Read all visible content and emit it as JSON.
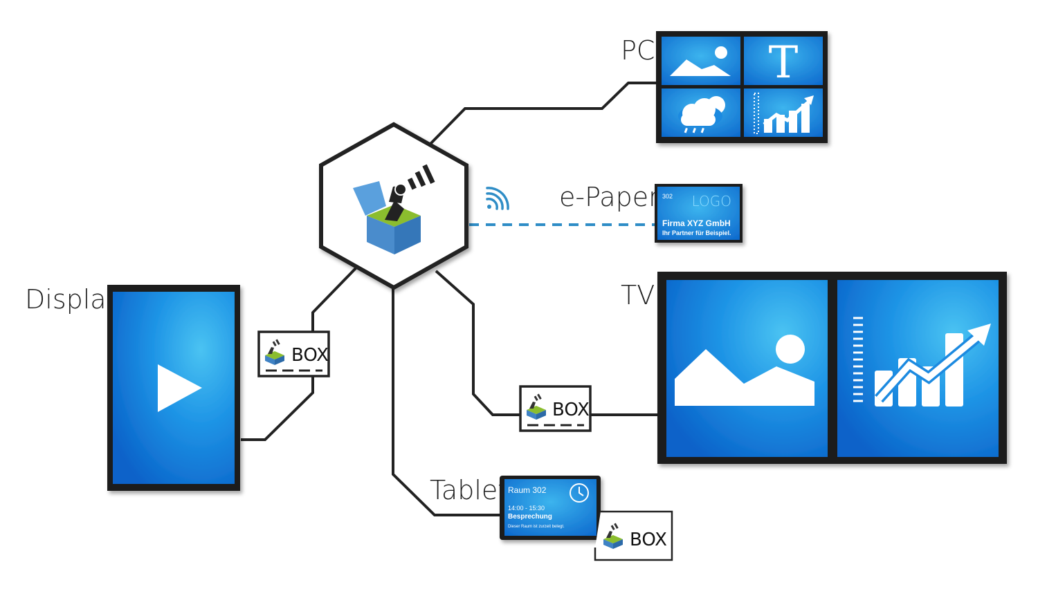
{
  "devices": {
    "pc": "PC",
    "epaper": "e-Paper",
    "display": "Display",
    "tv": "TV",
    "tablet": "Tablet"
  },
  "box_label": "BOX",
  "epaper_screen": {
    "room": "302",
    "logo": "LOGO",
    "company": "Firma XYZ GmbH",
    "slogan": "Ihr Partner für Beispiel."
  },
  "tablet_screen": {
    "room": "Raum 302",
    "time": "14:00 - 15:30",
    "event": "Besprechung",
    "note": "Dieser Raum ist zurzeit belegt."
  },
  "colors": {
    "screen_blue": "#1079d9",
    "screen_light": "#4ac3f2",
    "bezel": "#1a1a1a",
    "line": "#222222",
    "dashed_line": "#2f8dc6",
    "wifi": "#2f8dc6",
    "cube_blue": "#4a8ccc",
    "cube_green": "#8bbd2e"
  },
  "icons": [
    "landscape-icon",
    "text-t-icon",
    "weather-cloud-icon",
    "growth-chart-icon",
    "play-icon",
    "clock-icon",
    "wifi-icon",
    "box-logo-icon"
  ]
}
